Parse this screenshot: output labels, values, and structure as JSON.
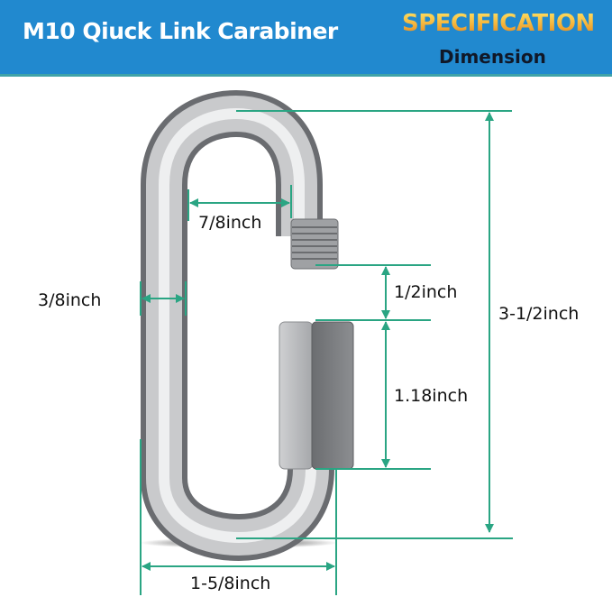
{
  "banner": {
    "title": "M10 Qiuck Link Carabiner",
    "specification": "SPECIFICATION",
    "subtitle": "Dimension",
    "background_color": "#2189cf",
    "accent_line_color": "#3fa3a8"
  },
  "dimension_line_color": "#2aa583",
  "dimensions": {
    "gate_opening_width": "7/8inch",
    "wire_diameter": "3/8inch",
    "gap_thread_to_nut": "1/2inch",
    "total_length": "3-1/2inch",
    "nut_length": "1.18inch",
    "total_width": "1-5/8inch"
  }
}
